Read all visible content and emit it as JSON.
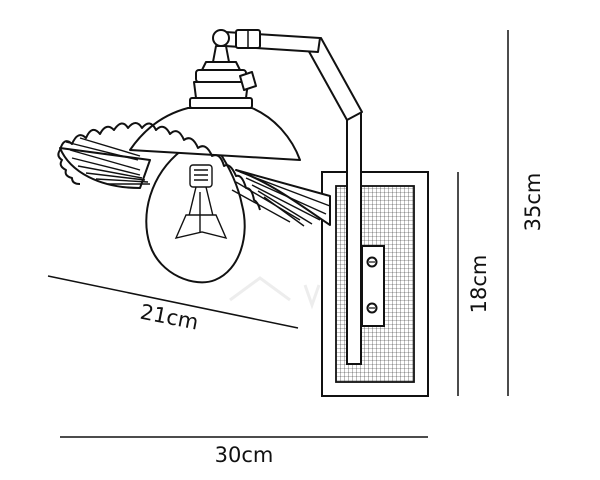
{
  "dimensions": {
    "width_total": "30cm",
    "shade_diameter": "21cm",
    "backplate_height": "18cm",
    "height_total": "35cm"
  },
  "colors": {
    "line": "#111111",
    "background": "#ffffff",
    "watermark": "#d8d8d8"
  }
}
